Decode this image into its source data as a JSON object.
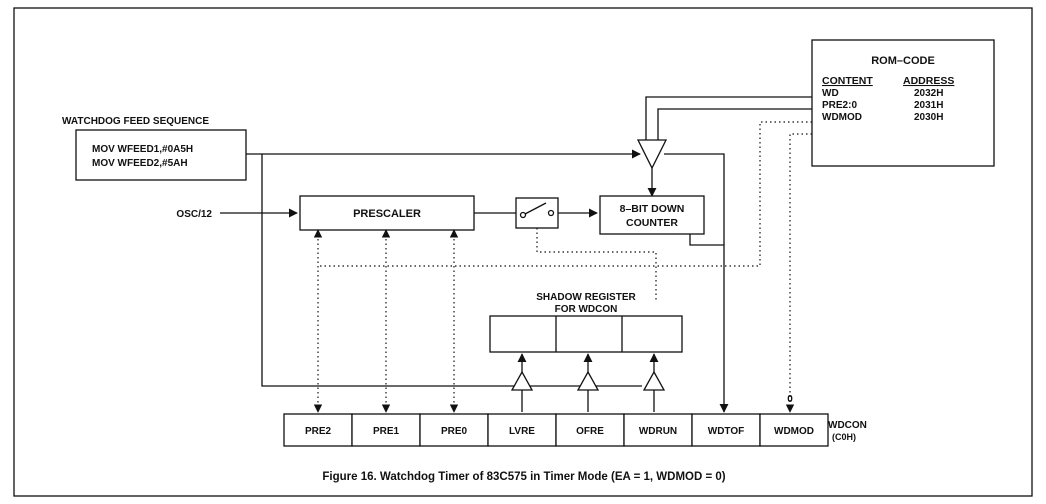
{
  "feed": {
    "title": "WATCHDOG FEED SEQUENCE",
    "line1": "MOV  WFEED1,#0A5H",
    "line2": "MOV  WFEED2,#5AH"
  },
  "rom": {
    "title": "ROM–CODE",
    "content_header": "CONTENT",
    "address_header": "ADDRESS",
    "rows": [
      {
        "content": "WD",
        "address": "2032H"
      },
      {
        "content": "PRE2:0",
        "address": "2031H"
      },
      {
        "content": "WDMOD",
        "address": "2030H"
      }
    ]
  },
  "osc_label": "OSC/12",
  "prescaler_label": "PRESCALER",
  "counter": {
    "line1": "8–BIT DOWN",
    "line2": "COUNTER"
  },
  "shadow": {
    "line1": "SHADOW REGISTER",
    "line2": "FOR WDCON"
  },
  "wdcon_bits": [
    "PRE2",
    "PRE1",
    "PRE0",
    "LVRE",
    "OFRE",
    "WDRUN",
    "WDTOF",
    "WDMOD"
  ],
  "wdcon_name": "WDCON",
  "wdcon_addr": "(C0H)",
  "wdmod_value": "0",
  "caption": "Figure 16.  Watchdog Timer of 83C575 in Timer Mode  (EA = 1, WDMOD = 0)"
}
